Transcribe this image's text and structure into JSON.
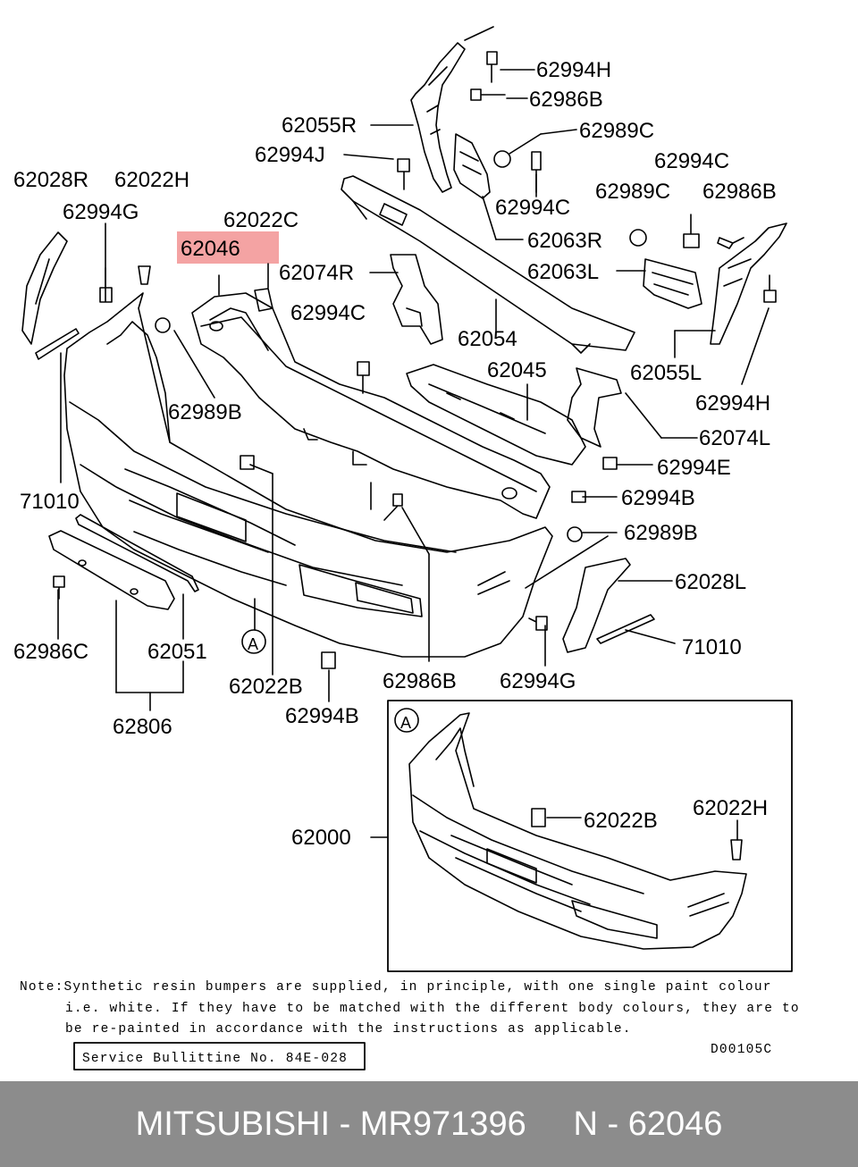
{
  "labels": {
    "l62994H_top": "62994H",
    "l62986B_top": "62986B",
    "l62055R": "62055R",
    "l62989C_top": "62989C",
    "l62994J": "62994J",
    "l62994C_mid": "62994C",
    "l62994C_right": "62994C",
    "l62028R": "62028R",
    "l62022H": "62022H",
    "l62989C_right": "62989C",
    "l62986B_right": "62986B",
    "l62994G_left": "62994G",
    "l62022C": "62022C",
    "l62046": "62046",
    "l62063R": "62063R",
    "l62074R": "62074R",
    "l62063L": "62063L",
    "l62994C_center": "62994C",
    "l62054": "62054",
    "l62055L": "62055L",
    "l62045": "62045",
    "l62989B_left": "62989B",
    "l62994H_right": "62994H",
    "l62074L": "62074L",
    "l62994E": "62994E",
    "l71010_left": "71010",
    "l62994B_right": "62994B",
    "l62989B_right": "62989B",
    "l62028L": "62028L",
    "l71010_right": "71010",
    "l62986C": "62986C",
    "l62051": "62051",
    "l62022B": "62022B",
    "l62986B_bottom": "62986B",
    "l62994G_bottom": "62994G",
    "l62994B_bottom": "62994B",
    "l62806": "62806",
    "l62000": "62000",
    "l62022B_inset": "62022B",
    "l62022H_inset": "62022H",
    "callout_A_main": "A",
    "callout_A_inset": "A"
  },
  "highlight_color": "#f4a3a3",
  "note": {
    "line1": "Note:Synthetic resin bumpers are supplied, in principle, with one single paint colour",
    "line2": "i.e. white. If they have to be matched with the different body colours, they are to",
    "line3": "be re-painted in accordance with the instructions as applicable."
  },
  "service_bulletin": "Service Bullittine No. 84E-028",
  "diagram_code": "D00105C",
  "footer": {
    "brand_part": "MITSUBISHI - MR971396",
    "ref": "N - 62046"
  }
}
